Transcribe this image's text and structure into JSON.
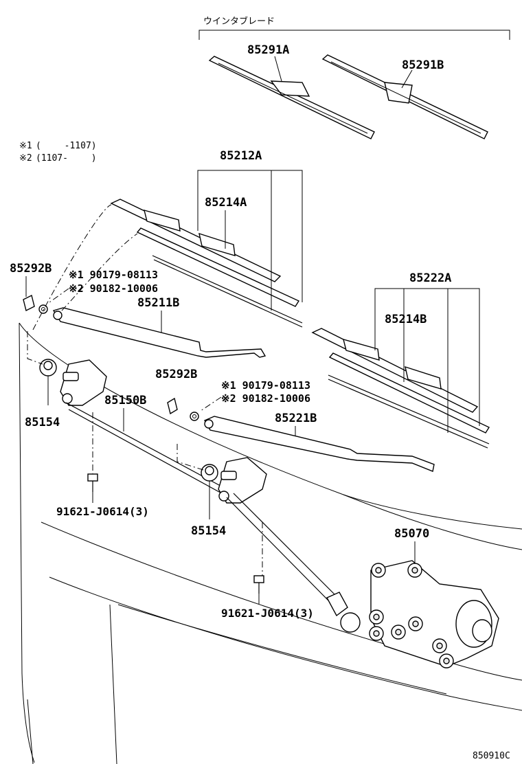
{
  "header": {
    "group_label": "ウインタブレード"
  },
  "notes": [
    {
      "mark": "※1",
      "text": "(　　 -1107)"
    },
    {
      "mark": "※2",
      "text": "(1107-　　 )"
    }
  ],
  "parts": {
    "blade_winter_a": "85291A",
    "blade_winter_b": "85291B",
    "blade_front_a": "85212A",
    "rubber_a": "85214A",
    "blade_front_b": "85222A",
    "rubber_b": "85214B",
    "cap_left": "85292B",
    "nut_left_1": "※1 90179-08113",
    "nut_left_2": "※2 90182-10006",
    "arm_left": "85211B",
    "cap_center": "85292B",
    "nut_center_1": "※1 90179-08113",
    "nut_center_2": "※2 90182-10006",
    "link_assy": "85150B",
    "arm_right": "85221B",
    "pivot_left": "85154",
    "pivot_right": "85154",
    "bolt_left": "91621-J0614(3)",
    "bolt_right": "91621-J0614(3)",
    "motor": "85070"
  },
  "footer": {
    "diagram_code": "850910C"
  }
}
